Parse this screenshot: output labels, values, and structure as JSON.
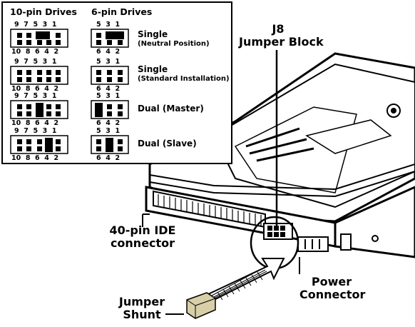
{
  "headers": {
    "ten_pin": "10-pin Drives",
    "six_pin": "6-pin Drives"
  },
  "configs": [
    {
      "title": "Single",
      "subtitle": "(Neutral Position)",
      "ten_top": "9  7  5  3  1",
      "ten_bottom": "10  8  6  4  2",
      "six_top": "5  3  1",
      "six_bottom": "6  4  2"
    },
    {
      "title": "Single",
      "subtitle": "(Standard Installation)",
      "ten_top": "9  7  5  3  1",
      "ten_bottom": "10  8  6  4  2",
      "six_top": "5  3  1",
      "six_bottom": "6  4  2"
    },
    {
      "title": "Dual (Master)",
      "subtitle": "",
      "ten_top": "9  7  5  3  1",
      "ten_bottom": "10  8  6  4  2",
      "six_top": "5  3  1",
      "six_bottom": "6  4  2"
    },
    {
      "title": "Dual (Slave)",
      "subtitle": "",
      "ten_top": "9  7  5  3  1",
      "ten_bottom": "10  8  6  4  2",
      "six_top": "5  3  1",
      "six_bottom": "6  4  2"
    }
  ],
  "callouts": {
    "j8_line1": "J8",
    "j8_line2": "Jumper Block",
    "ide_line1": "40-pin IDE",
    "ide_line2": "connector",
    "power_line1": "Power",
    "power_line2": "Connector",
    "shunt_line1": "Jumper",
    "shunt_line2": "Shunt"
  },
  "colors": {
    "ink": "#000000",
    "paper": "#ffffff",
    "shunt": "#d8cfa8"
  }
}
